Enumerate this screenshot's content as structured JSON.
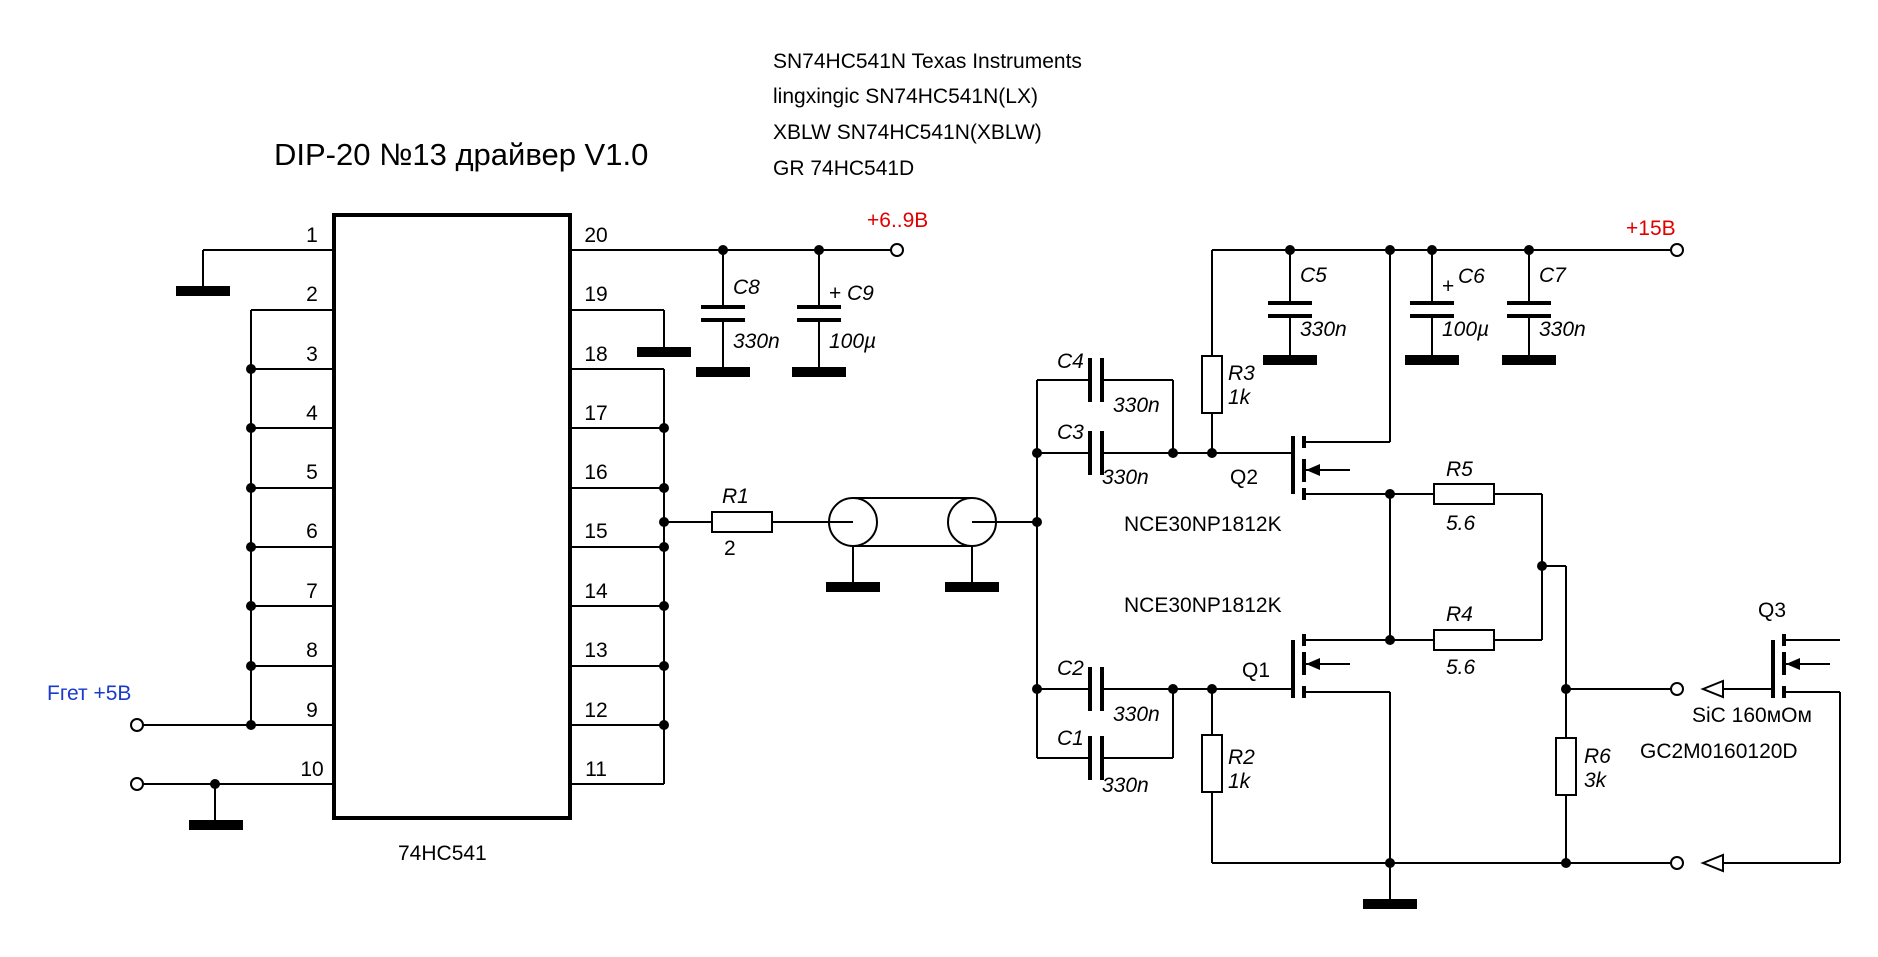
{
  "title": "DIP-20 №13 драйвер V1.0",
  "notes": [
    "SN74HC541N Texas Instruments",
    "lingxingic SN74HC541N(LX)",
    "XBLW SN74HC541N(XBLW)",
    "GR 74HC541D"
  ],
  "ic": {
    "name": "74HC541",
    "pins_left": [
      "1",
      "2",
      "3",
      "4",
      "5",
      "6",
      "7",
      "8",
      "9",
      "10"
    ],
    "pins_right": [
      "20",
      "19",
      "18",
      "17",
      "16",
      "15",
      "14",
      "13",
      "12",
      "11"
    ]
  },
  "nets": {
    "vlogic": "+6..9В",
    "vdrive": "+15В",
    "input": "Fгет +5В"
  },
  "resistors": {
    "R1": {
      "ref": "R1",
      "value": "2"
    },
    "R2": {
      "ref": "R2",
      "value": "1k"
    },
    "R3": {
      "ref": "R3",
      "value": "1k"
    },
    "R4": {
      "ref": "R4",
      "value": "5.6"
    },
    "R5": {
      "ref": "R5",
      "value": "5.6"
    },
    "R6": {
      "ref": "R6",
      "value": "3k"
    }
  },
  "capacitors": {
    "C1": {
      "ref": "C1",
      "value": "330n"
    },
    "C2": {
      "ref": "C2",
      "value": "330n"
    },
    "C3": {
      "ref": "C3",
      "value": "330n"
    },
    "C4": {
      "ref": "C4",
      "value": "330n"
    },
    "C5": {
      "ref": "C5",
      "value": "330n"
    },
    "C6": {
      "ref": "C6",
      "value": "100µ",
      "polarity": "+"
    },
    "C7": {
      "ref": "C7",
      "value": "330n"
    },
    "C8": {
      "ref": "C8",
      "value": "330n"
    },
    "C9": {
      "ref": "C9",
      "value": "100µ",
      "polarity": "+"
    }
  },
  "transistors": {
    "Q1": {
      "ref": "Q1",
      "part": "NCE30NP1812K"
    },
    "Q2": {
      "ref": "Q2",
      "part": "NCE30NP1812K"
    },
    "Q3": {
      "ref": "Q3",
      "desc": "SiC 160мОм",
      "part": "GC2M0160120D"
    }
  }
}
